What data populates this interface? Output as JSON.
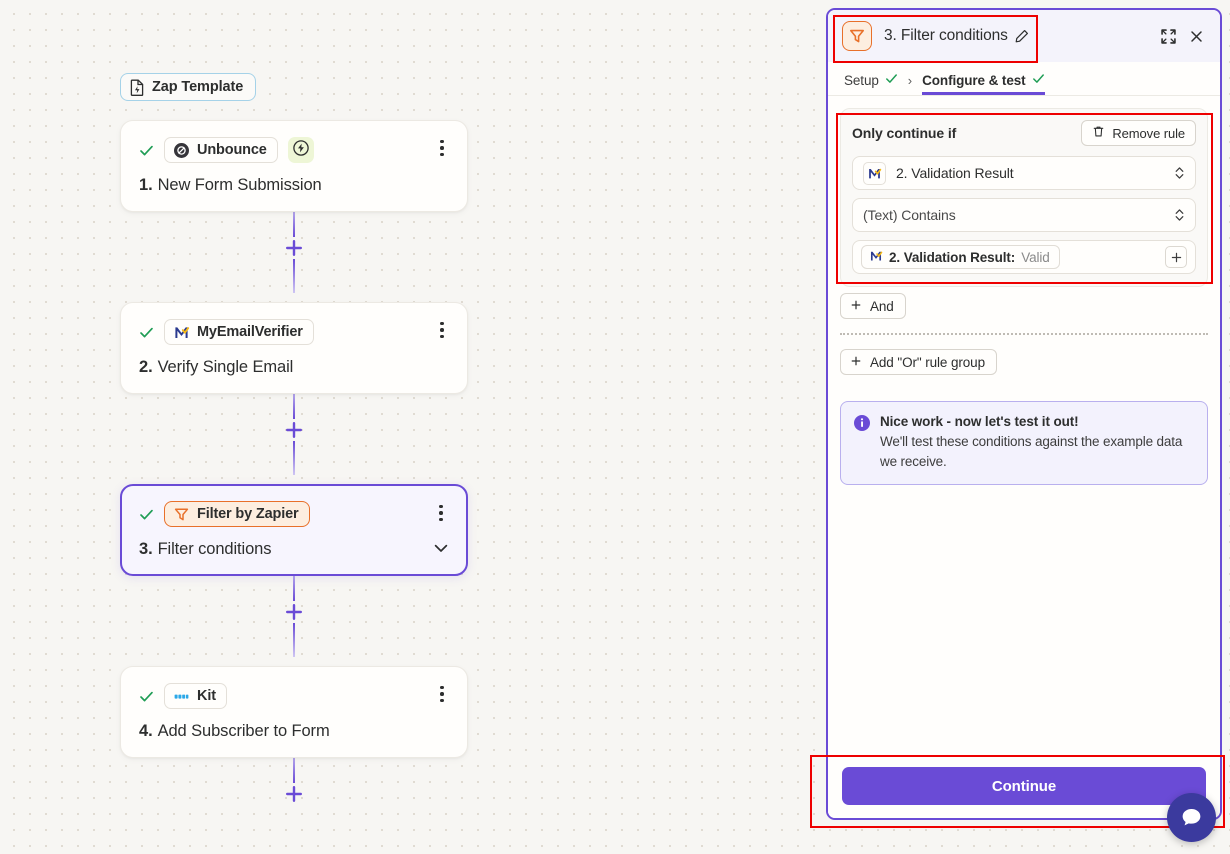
{
  "canvas": {
    "template_badge": {
      "label": "Zap Template",
      "icon": "zap-template-icon"
    },
    "steps": [
      {
        "app": "Unbounce",
        "app_icon": "unbounce-logo-icon",
        "number": "1.",
        "title": "New Form Submission",
        "status_icon": "check-icon",
        "trigger_badge_icon": "bolt-icon",
        "has_trigger_badge": true,
        "selected": false
      },
      {
        "app": "MyEmailVerifier",
        "app_icon": "myemailverifier-logo-icon",
        "number": "2.",
        "title": "Verify Single Email",
        "status_icon": "check-icon",
        "has_trigger_badge": false,
        "selected": false
      },
      {
        "app": "Filter by Zapier",
        "app_icon": "filter-funnel-icon",
        "number": "3.",
        "title": "Filter conditions",
        "status_icon": "check-icon",
        "has_trigger_badge": false,
        "selected": true,
        "collapse_icon": "chevron-down-icon"
      },
      {
        "app": "Kit",
        "app_icon": "kit-logo-icon",
        "number": "4.",
        "title": "Add Subscriber to Form",
        "status_icon": "check-icon",
        "has_trigger_badge": false,
        "selected": false
      }
    ],
    "add_step_label": "+"
  },
  "panel": {
    "header": {
      "title": "3. Filter conditions",
      "app_icon": "filter-funnel-icon",
      "edit_icon": "pencil-icon",
      "expand_icon": "expand-icon",
      "close_icon": "close-icon"
    },
    "tabs": [
      {
        "label": "Setup",
        "active": false,
        "check_icon": "check-icon"
      },
      {
        "label": "Configure & test",
        "active": true,
        "check_icon": "check-icon"
      }
    ],
    "tab_separator": "›",
    "rule_group": {
      "heading": "Only continue if",
      "remove_rule_label": "Remove rule",
      "remove_rule_icon": "trash-icon",
      "field_value": "2. Validation Result",
      "field_icon": "myemailverifier-logo-icon",
      "operator_value": "(Text) Contains",
      "token": {
        "label": "2. Validation Result:",
        "value": "Valid",
        "icon": "myemailverifier-logo-icon"
      },
      "add_token_icon": "plus-icon",
      "chevron_icon": "up-down-chevron-icon"
    },
    "and_button": {
      "label": "And",
      "icon": "plus-icon"
    },
    "or_group_button": {
      "label": "Add \"Or\" rule group",
      "icon": "plus-icon"
    },
    "info": {
      "icon": "info-icon",
      "title": "Nice work - now let's test it out!",
      "body": "We'll test these conditions against the example data we receive."
    },
    "footer": {
      "continue_label": "Continue"
    }
  },
  "chat_fab": {
    "icon": "chat-bubble-icon"
  },
  "colors": {
    "accent_purple": "#6a4bd6",
    "filter_orange": "#e8702a",
    "check_green": "#1f9d55",
    "annotation_red": "#ee0000",
    "canvas_bg": "#f7f6f3"
  }
}
